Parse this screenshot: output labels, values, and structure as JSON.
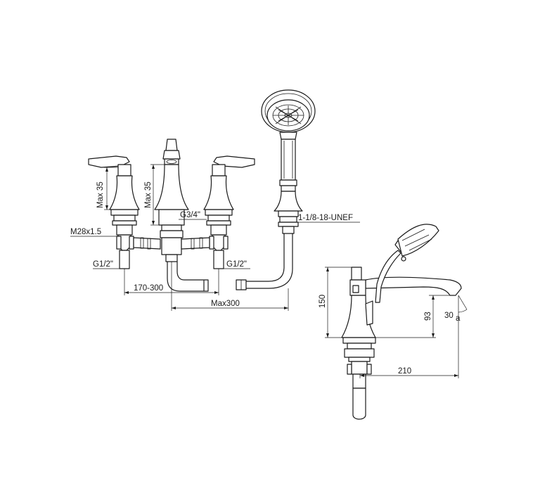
{
  "labels": {
    "max35_left": "Max 35",
    "max35_center": "Max 35",
    "g34": "G3/4\"",
    "thread": "1-1/8-18-UNEF",
    "m28": "M28x1.5",
    "g12_left": "G1/2\"",
    "g12_right": "G1/2\"",
    "spread": "170-300",
    "max300": "Max300",
    "h150": "150",
    "h93": "93",
    "angle": "30",
    "angle_unit": "a",
    "len210": "210"
  },
  "colors": {
    "line": "#1a1a1a",
    "background": "#ffffff"
  }
}
